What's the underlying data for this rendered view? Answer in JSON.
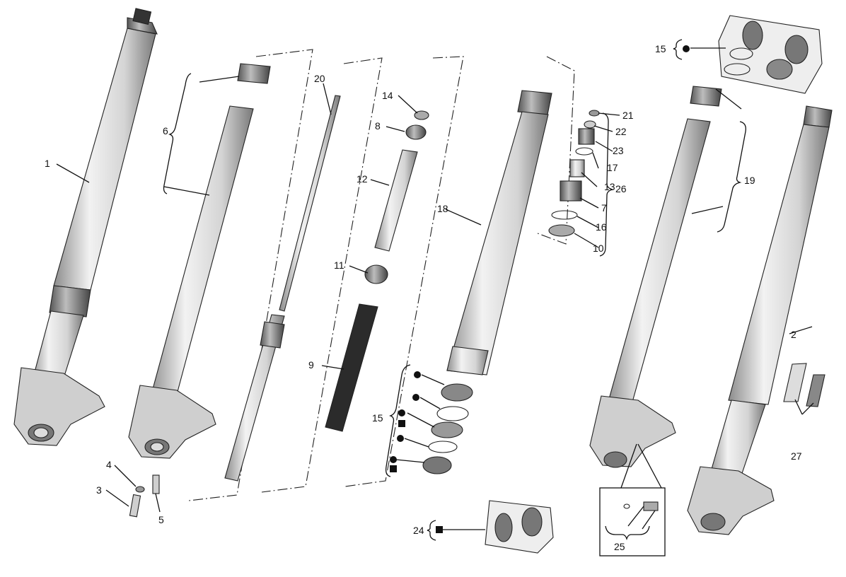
{
  "diagram": {
    "callouts": [
      {
        "id": "1",
        "text": "1"
      },
      {
        "id": "2",
        "text": "2"
      },
      {
        "id": "3",
        "text": "3"
      },
      {
        "id": "4",
        "text": "4"
      },
      {
        "id": "5",
        "text": "5"
      },
      {
        "id": "6",
        "text": "6"
      },
      {
        "id": "7",
        "text": "7"
      },
      {
        "id": "8",
        "text": "8"
      },
      {
        "id": "9",
        "text": "9"
      },
      {
        "id": "10",
        "text": "10"
      },
      {
        "id": "11",
        "text": "11"
      },
      {
        "id": "12",
        "text": "12"
      },
      {
        "id": "13",
        "text": "13"
      },
      {
        "id": "14",
        "text": "14"
      },
      {
        "id": "15a",
        "text": "15"
      },
      {
        "id": "15b",
        "text": "15"
      },
      {
        "id": "16",
        "text": "16"
      },
      {
        "id": "17",
        "text": "17"
      },
      {
        "id": "18",
        "text": "18"
      },
      {
        "id": "19",
        "text": "19"
      },
      {
        "id": "20",
        "text": "20"
      },
      {
        "id": "21",
        "text": "21"
      },
      {
        "id": "22",
        "text": "22"
      },
      {
        "id": "23",
        "text": "23"
      },
      {
        "id": "24",
        "text": "24"
      },
      {
        "id": "25",
        "text": "25"
      },
      {
        "id": "26",
        "text": "26"
      },
      {
        "id": "27",
        "text": "27"
      }
    ],
    "legend_symbols": {
      "kit_circle": "circle-marker",
      "kit_square": "square-marker"
    },
    "colors": {
      "ink": "#111111",
      "part_fill": "#e8e8e8",
      "part_shade": "#9a9a9a",
      "background": "#ffffff"
    }
  }
}
